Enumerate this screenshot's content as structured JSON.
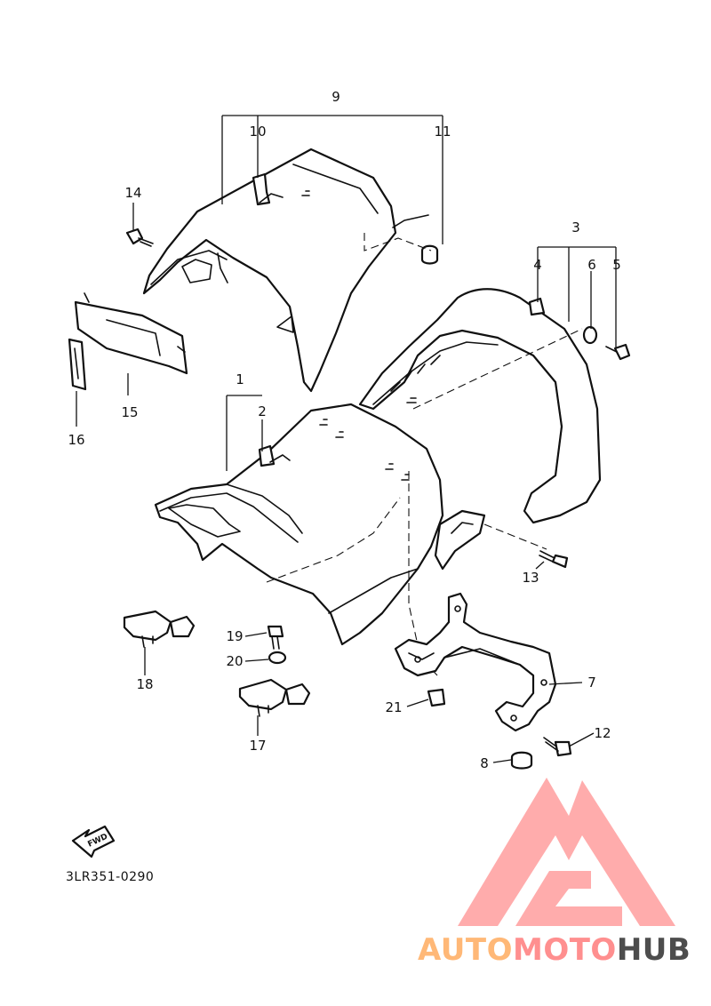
{
  "diagram_code": "3LR351-0290",
  "fwd_label": "FWD",
  "callouts": [
    {
      "n": "1",
      "label": "1"
    },
    {
      "n": "2",
      "label": "2"
    },
    {
      "n": "3",
      "label": "3"
    },
    {
      "n": "4",
      "label": "4"
    },
    {
      "n": "5",
      "label": "5"
    },
    {
      "n": "6",
      "label": "6"
    },
    {
      "n": "7",
      "label": "7"
    },
    {
      "n": "8",
      "label": "8"
    },
    {
      "n": "9",
      "label": "9"
    },
    {
      "n": "10",
      "label": "10"
    },
    {
      "n": "11",
      "label": "11"
    },
    {
      "n": "12",
      "label": "12"
    },
    {
      "n": "13",
      "label": "13"
    },
    {
      "n": "14",
      "label": "14"
    },
    {
      "n": "15",
      "label": "15"
    },
    {
      "n": "16",
      "label": "16"
    },
    {
      "n": "17",
      "label": "17"
    },
    {
      "n": "18",
      "label": "18"
    },
    {
      "n": "19",
      "label": "19"
    },
    {
      "n": "20",
      "label": "20"
    },
    {
      "n": "21",
      "label": "21"
    }
  ],
  "watermark": {
    "part1": "AUTO",
    "part2": "MOTO",
    "part3": "HUB",
    "color_light": "#ffb877",
    "color_mid": "#ff8f8f",
    "color_dark": "#4d4d4d"
  }
}
